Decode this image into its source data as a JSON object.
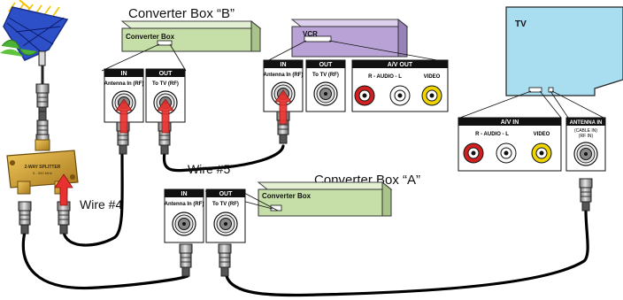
{
  "labels": {
    "converter_b_title": "Converter Box “B”",
    "converter_a_title": "Converter Box “A”",
    "wire5": "Wire #5",
    "wire4": "Wire #4"
  },
  "devices": {
    "converter_b_name": "Converter Box",
    "converter_a_name": "Converter Box",
    "vcr_name": "VCR",
    "tv_name": "TV",
    "splitter_text": "2-WAY SPLITTER"
  },
  "panels": {
    "in_header": "IN",
    "out_header": "OUT",
    "antenna_in": "Antenna In (RF)",
    "to_tv": "To TV (RF)",
    "av_out_header": "A/V OUT",
    "av_in_header": "A/V IN",
    "audio_label": "R  -  AUDIO  -  L",
    "video_label": "VIDEO",
    "tv_antenna_header": "ANTENNA IN",
    "tv_antenna_sub1": "(CABLE IN)",
    "tv_antenna_sub2": "(RF IN)"
  },
  "colors": {
    "converter_box": "#c6dfa9",
    "vcr": "#b9a3d6",
    "tv": "#a9ddf0",
    "splitter": "#d8a93a",
    "arrow": "#e8322f",
    "audio_red": "#d22020",
    "video_yellow": "#f0d400"
  },
  "icons": [
    "antenna-icon",
    "rf-connector-icon",
    "arrow-up-icon"
  ]
}
